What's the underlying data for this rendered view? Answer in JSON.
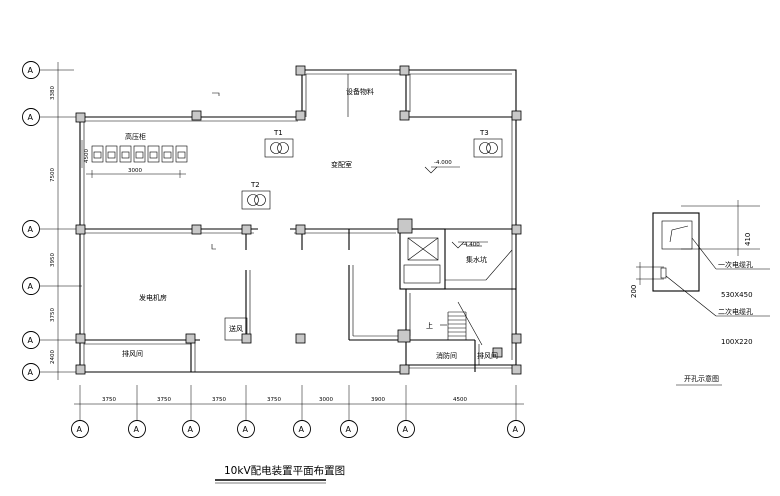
{
  "plan_title": "10kV配电装置平面布置图",
  "detail_title": "开孔示意图",
  "rooms": {
    "equipment_room": "设备物料",
    "hv_cabinet": "高压柜",
    "transformer_room": "变配室",
    "generator_room": "发电机房",
    "ventilation_1": "排风间",
    "ventilation_2": "排风间",
    "fire_pump": "消防间",
    "sump": "集水坑",
    "fan": "送风"
  },
  "transformers": {
    "t1": "T1",
    "t2": "T2",
    "t3": "T3"
  },
  "levels": {
    "l1": "-4.000",
    "l2": "-4.400"
  },
  "stair_label": "上",
  "grid_label": "A",
  "v_dims": [
    "3380",
    "4500",
    "7500",
    "3950",
    "3750",
    "2400"
  ],
  "h_dims": [
    "3750",
    "3750",
    "3750",
    "3750",
    "3000",
    "3900",
    "4500"
  ],
  "cabinet_dim": "3000",
  "cabinet_left_dim": "4500",
  "detail": {
    "dim_top": "410",
    "dim_left": "200",
    "cable1_label": "一次电缆孔",
    "cable1_size": "530X450",
    "cable2_label": "二次电缆孔",
    "cable2_size": "100X220"
  }
}
